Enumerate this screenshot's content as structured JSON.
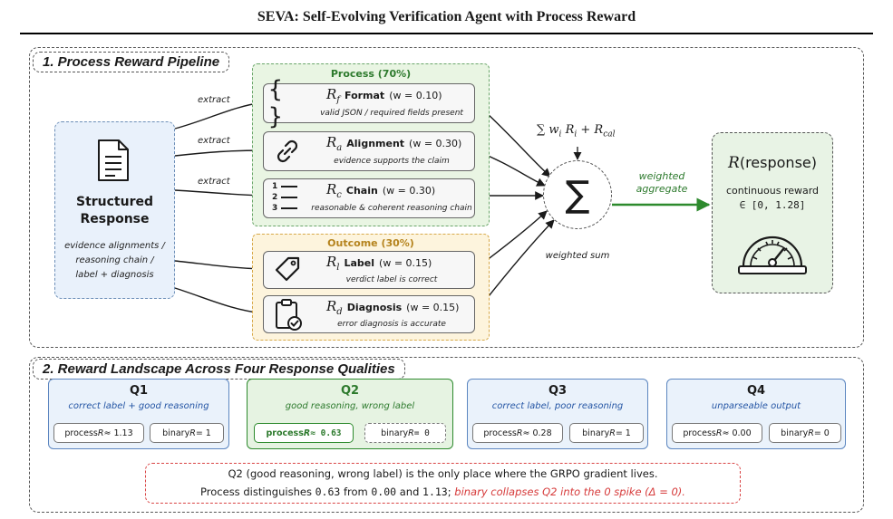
{
  "header": {
    "title": "SEVA: Self-Evolving Verification Agent with Process Reward"
  },
  "section1": {
    "label": "1. Process Reward Pipeline",
    "input": {
      "title_line1": "Structured",
      "title_line2": "Response",
      "desc_line1": "evidence alignments /",
      "desc_line2": "reasoning chain /",
      "desc_line3": "label + diagnosis"
    },
    "extract_label": "extract",
    "process_group_label": "Process (70%)",
    "outcome_group_label": "Outcome (30%)",
    "components": [
      {
        "symbol": "R",
        "sub": "f",
        "name": "Format",
        "weight": "(w = 0.10)",
        "desc": "valid JSON / required fields present",
        "icon": "braces-icon"
      },
      {
        "symbol": "R",
        "sub": "a",
        "name": "Alignment",
        "weight": "(w = 0.30)",
        "desc": "evidence supports the claim",
        "icon": "link-icon"
      },
      {
        "symbol": "R",
        "sub": "c",
        "name": "Chain",
        "weight": "(w = 0.30)",
        "desc": "reasonable & coherent reasoning chain",
        "icon": "numbered-list-icon"
      },
      {
        "symbol": "R",
        "sub": "l",
        "name": "Label",
        "weight": "(w = 0.15)",
        "desc": "verdict label is correct",
        "icon": "tag-icon"
      },
      {
        "symbol": "R",
        "sub": "d",
        "name": "Diagnosis",
        "weight": "(w = 0.15)",
        "desc": "error diagnosis is accurate",
        "icon": "clipboard-check-icon"
      }
    ],
    "list_numbers": [
      "1",
      "2",
      "3"
    ],
    "sum": {
      "symbol": "∑",
      "formula_prefix": "∑ w",
      "formula_sub_i": "i",
      "formula_r": " R",
      "formula_plus": " + R",
      "formula_sub_cal": "cal",
      "label": "weighted sum"
    },
    "aggregate_line1": "weighted",
    "aggregate_line2": "aggregate",
    "output": {
      "title_r": "R",
      "title_rest": "(response)",
      "desc": "continuous reward",
      "range": "∈ [0, 1.28]",
      "icon": "gauge-icon"
    }
  },
  "section2": {
    "label": "2. Reward Landscape Across Four Response Qualities",
    "qualities": [
      {
        "id": "Q1",
        "desc": "correct label + good reasoning",
        "process_pre": "process ",
        "process_r": "R",
        "process_val": " ≈ 1.13",
        "binary_pre": "binary ",
        "binary_r": "R",
        "binary_val": " = 1"
      },
      {
        "id": "Q2",
        "desc": "good reasoning, wrong label",
        "process_pre": "process ",
        "process_r": "R",
        "process_val": " ≈ 0.63",
        "binary_pre": "binary ",
        "binary_r": "R",
        "binary_val": " = 0"
      },
      {
        "id": "Q3",
        "desc": "correct label, poor reasoning",
        "process_pre": "process ",
        "process_r": "R",
        "process_val": " ≈ 0.28",
        "binary_pre": "binary ",
        "binary_r": "R",
        "binary_val": " = 1"
      },
      {
        "id": "Q4",
        "desc": "unparseable output",
        "process_pre": "process ",
        "process_r": "R",
        "process_val": " ≈ 0.00",
        "binary_pre": "binary ",
        "binary_r": "R",
        "binary_val": " = 0"
      }
    ],
    "note": {
      "line1": "Q2 (good reasoning, wrong label) is the only place where the GRPO gradient lives.",
      "line2_a": "Process distinguishes ",
      "v1": "0.63",
      "line2_b": " from ",
      "v2": "0.00",
      "line2_c": " and ",
      "v3": "1.13",
      "line2_d": "; ",
      "line2_red": "binary collapses Q2 into the 0 spike (Δ = 0)."
    }
  },
  "colors": {
    "process_green": "#2d7a2d",
    "outcome_gold": "#b5831d",
    "input_blue_bg": "#e9f1fb",
    "quality_blue": "#2455a4",
    "note_red": "#d63a3a",
    "arrow_green": "#2d8a2d"
  }
}
